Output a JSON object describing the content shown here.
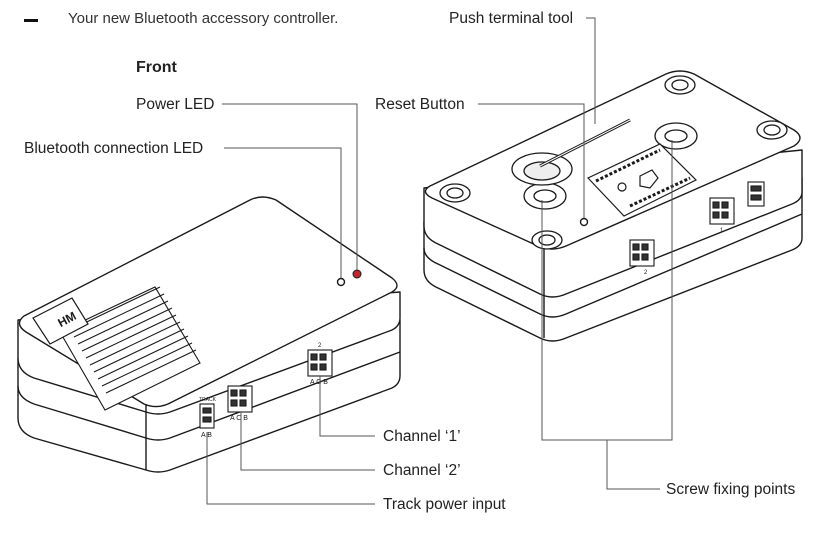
{
  "header": {
    "intro_text": "Your new Bluetooth accessory controller.",
    "front_heading": "Front"
  },
  "callouts": {
    "power_led": "Power LED",
    "bluetooth_led": "Bluetooth connection LED",
    "push_terminal_tool": "Push terminal tool",
    "reset_button": "Reset Button",
    "channel_1": "Channel ‘1’",
    "channel_2": "Channel ‘2’",
    "track_power_input": "Track power input",
    "screw_fixing_points": "Screw fixing points"
  },
  "device_markings": {
    "logo": "HM",
    "track_label": "TRACK",
    "terminal_front_track": "A B",
    "terminal_front_ch2": "A C B",
    "terminal_front_ch1": "A C B",
    "ch1_number": "1",
    "ch2_number": "2"
  },
  "colors": {
    "line": "#1a1a1a",
    "power_led": "#c0282d",
    "device_fill": "#ffffff"
  }
}
